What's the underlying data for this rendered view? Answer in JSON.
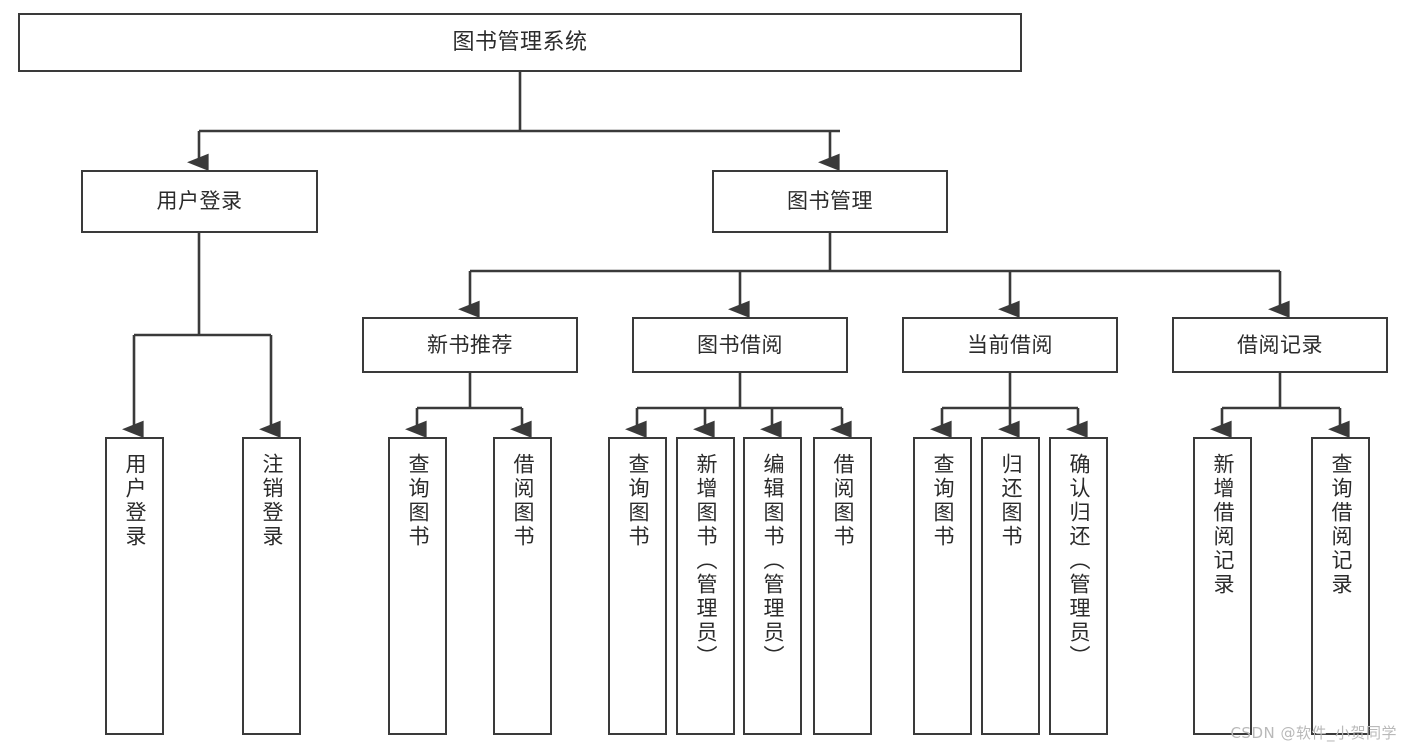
{
  "diagram": {
    "title": "图书管理系统",
    "type": "tree",
    "stroke_color": "#3a3a3a",
    "fill_color": "#ffffff",
    "text_color": "#2b2b2b",
    "watermark": "CSDN @软件_小贺同学"
  },
  "levels": {
    "root": {
      "label": "图书管理系统"
    },
    "level2": [
      {
        "label": "用户登录"
      },
      {
        "label": "图书管理"
      }
    ],
    "level3": [
      {
        "label": "新书推荐"
      },
      {
        "label": "图书借阅"
      },
      {
        "label": "当前借阅"
      },
      {
        "label": "借阅记录"
      }
    ],
    "leaves": {
      "user_login": [
        {
          "label": "用户登录"
        },
        {
          "label": "注销登录"
        }
      ],
      "new_book_recommend": [
        {
          "label": "查询图书"
        },
        {
          "label": "借阅图书"
        }
      ],
      "book_borrow": [
        {
          "label": "查询图书"
        },
        {
          "label": "新增图书（管理员）"
        },
        {
          "label": "编辑图书（管理员）"
        },
        {
          "label": "借阅图书"
        }
      ],
      "current_borrow": [
        {
          "label": "查询图书"
        },
        {
          "label": "归还图书"
        },
        {
          "label": "确认归还（管理员）"
        }
      ],
      "borrow_record": [
        {
          "label": "新增借阅记录"
        },
        {
          "label": "查询借阅记录"
        }
      ]
    }
  },
  "chart_data": {
    "type": "table",
    "title": "图书管理系统 功能结构图",
    "tree": {
      "name": "图书管理系统",
      "children": [
        {
          "name": "用户登录",
          "children": [
            {
              "name": "用户登录"
            },
            {
              "name": "注销登录"
            }
          ]
        },
        {
          "name": "图书管理",
          "children": [
            {
              "name": "新书推荐",
              "children": [
                {
                  "name": "查询图书"
                },
                {
                  "name": "借阅图书"
                }
              ]
            },
            {
              "name": "图书借阅",
              "children": [
                {
                  "name": "查询图书"
                },
                {
                  "name": "新增图书（管理员）"
                },
                {
                  "name": "编辑图书（管理员）"
                },
                {
                  "name": "借阅图书"
                }
              ]
            },
            {
              "name": "当前借阅",
              "children": [
                {
                  "name": "查询图书"
                },
                {
                  "name": "归还图书"
                },
                {
                  "name": "确认归还（管理员）"
                }
              ]
            },
            {
              "name": "借阅记录",
              "children": [
                {
                  "name": "新增借阅记录"
                },
                {
                  "name": "查询借阅记录"
                }
              ]
            }
          ]
        }
      ]
    }
  }
}
